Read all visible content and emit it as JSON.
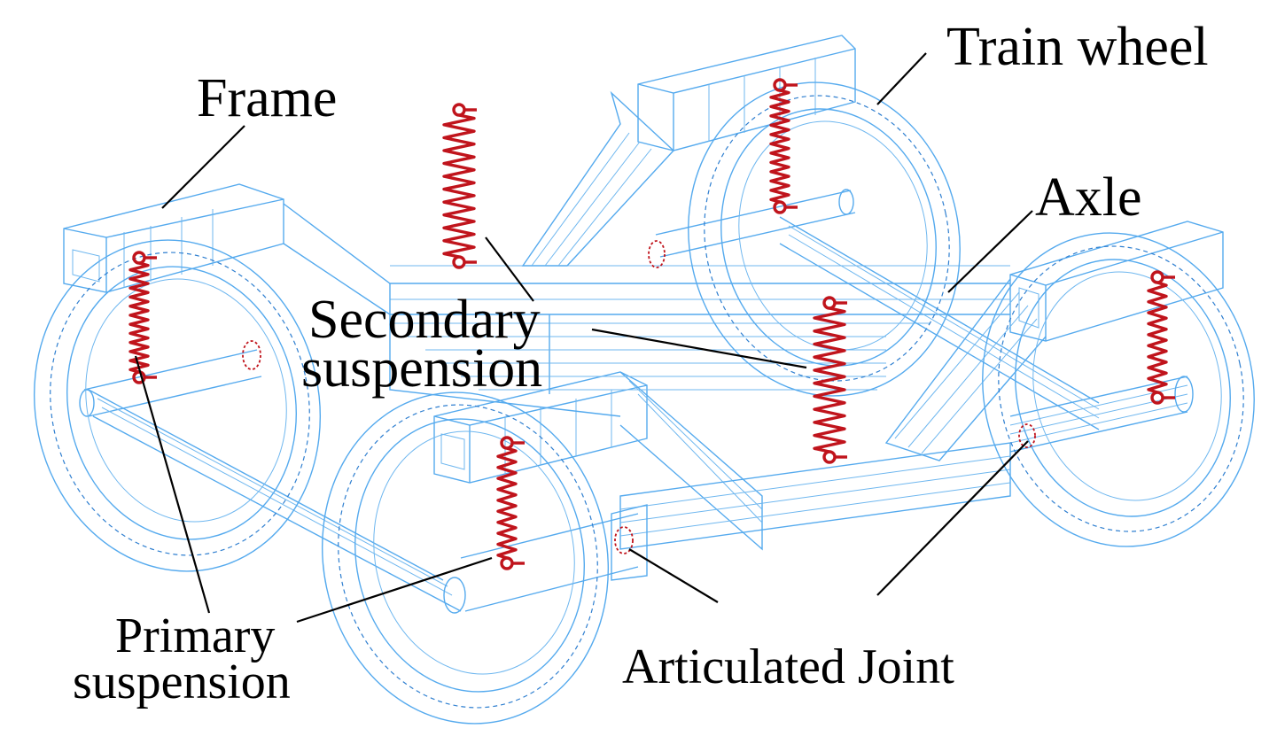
{
  "labels": {
    "frame": "Frame",
    "train_wheel": "Train wheel",
    "axle": "Axle",
    "secondary_line1": "Secondary",
    "secondary_line2": "suspension",
    "primary_line1": "Primary",
    "primary_line2": "suspension",
    "articulated_joint": "Articulated Joint"
  },
  "colors": {
    "wireframe": "#55aaee",
    "spring": "#c0141c",
    "text": "#000000"
  }
}
